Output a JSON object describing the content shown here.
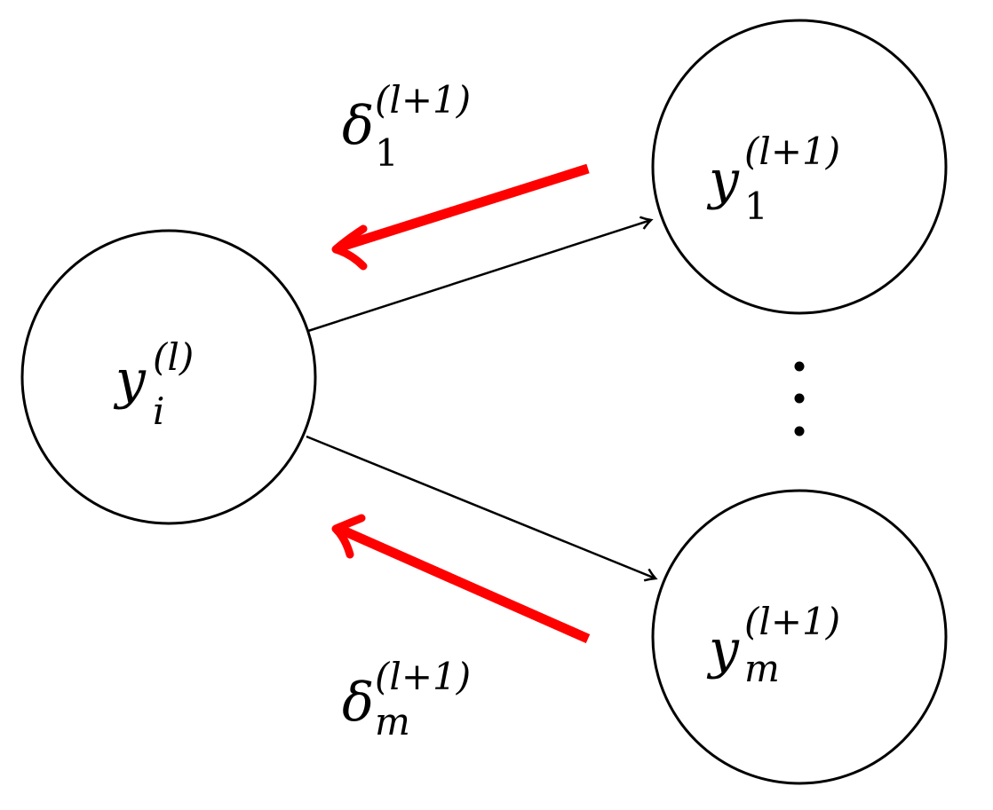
{
  "nodes": {
    "source": {
      "symbol": "y",
      "subscript": "i",
      "superscript": "(l)"
    },
    "target_first": {
      "symbol": "y",
      "subscript": "1",
      "superscript": "(l+1)"
    },
    "target_last": {
      "symbol": "y",
      "subscript": "m",
      "superscript": "(l+1)"
    }
  },
  "edges": [
    {
      "from": "source",
      "to": "target_first",
      "style": "thin-black-arrow"
    },
    {
      "from": "source",
      "to": "target_last",
      "style": "thin-black-arrow"
    }
  ],
  "backprop_arrows": [
    {
      "from": "target_first",
      "to": "source",
      "color": "#ff0000",
      "label": {
        "symbol": "δ",
        "subscript": "1",
        "superscript": "(l+1)"
      }
    },
    {
      "from": "target_last",
      "to": "source",
      "color": "#ff0000",
      "label": {
        "symbol": "δ",
        "subscript": "m",
        "superscript": "(l+1)"
      }
    }
  ],
  "ellipsis": "vertical-dots",
  "colors": {
    "stroke": "#000000",
    "backprop": "#ff0000",
    "background": "#ffffff"
  }
}
